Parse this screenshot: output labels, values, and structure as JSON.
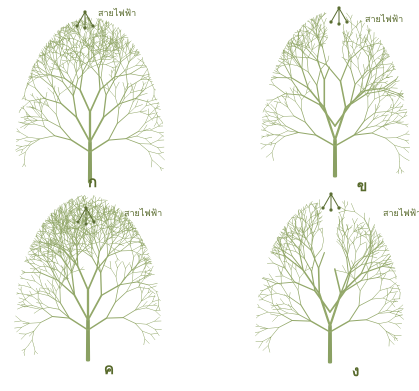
{
  "colors": {
    "tree": "#93a86a",
    "trunk": "#8aa063",
    "label": "#586a2c",
    "wire": "#5b6e33",
    "background": "#ffffff"
  },
  "panels": [
    {
      "id": "a",
      "label": "ก",
      "wire_label": "สายไฟฟ้า",
      "pruning": "full-crown"
    },
    {
      "id": "b",
      "label": "ข",
      "wire_label": "สายไฟฟ้า",
      "pruning": "v-shape-center"
    },
    {
      "id": "c",
      "label": "ค",
      "wire_label": "สายไฟฟ้า",
      "pruning": "full-crown"
    },
    {
      "id": "d",
      "label": "ง",
      "wire_label": "สายไฟฟ้า",
      "pruning": "v-shape-center"
    }
  ]
}
